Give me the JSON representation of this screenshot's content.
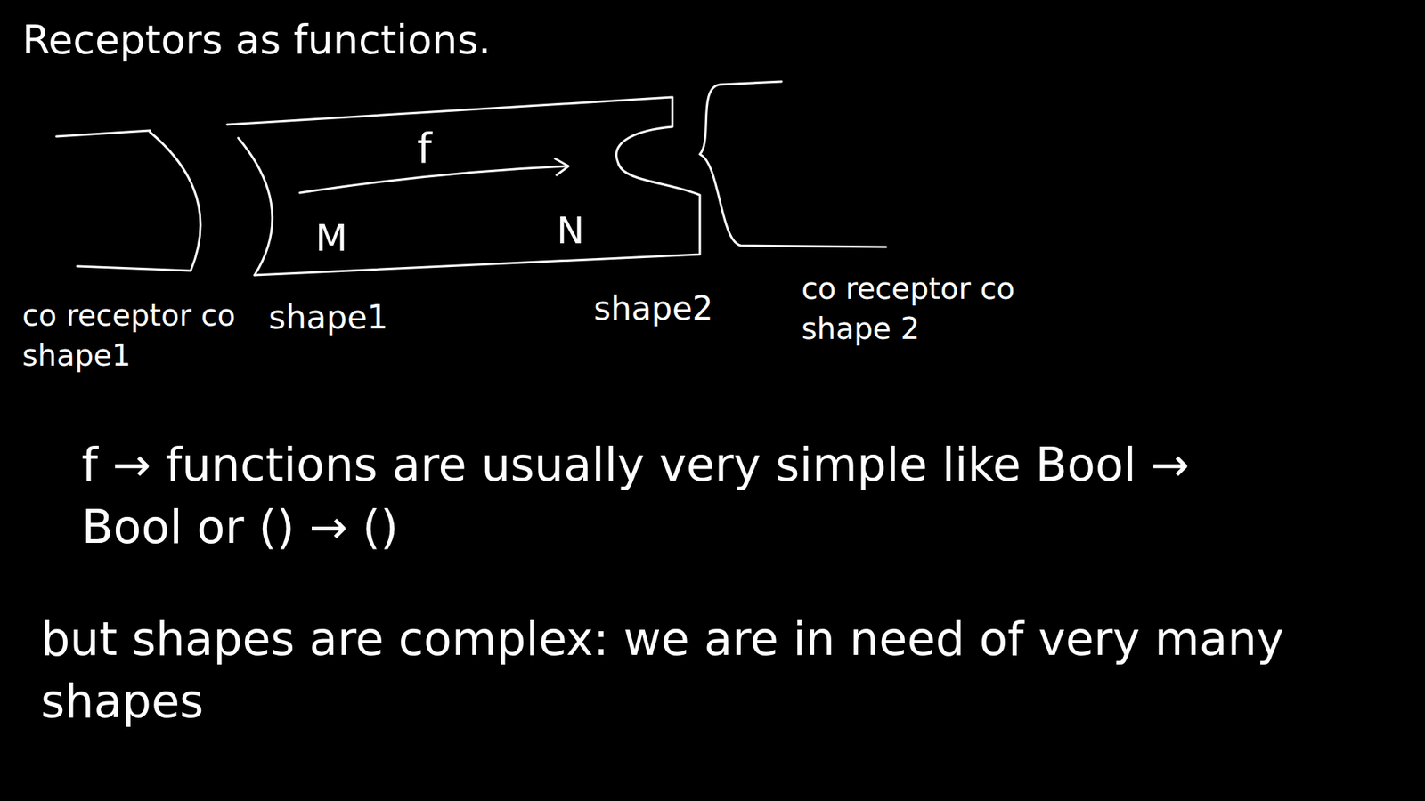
{
  "diagram": {
    "title": "Receptors as functions.",
    "nodes": [
      {
        "text": [
          "co receptor co shape1"
        ]
      },
      {
        "text": [
          "f",
          "M",
          "N"
        ]
      },
      {
        "text": [
          "co receptor co shape 2"
        ]
      }
    ],
    "labels": [
      "shape1",
      "shape2",
      "f → functions are usually very simple like Bool → Bool or () → ()",
      "but shapes are complex: we are in need of very many shapes"
    ]
  }
}
